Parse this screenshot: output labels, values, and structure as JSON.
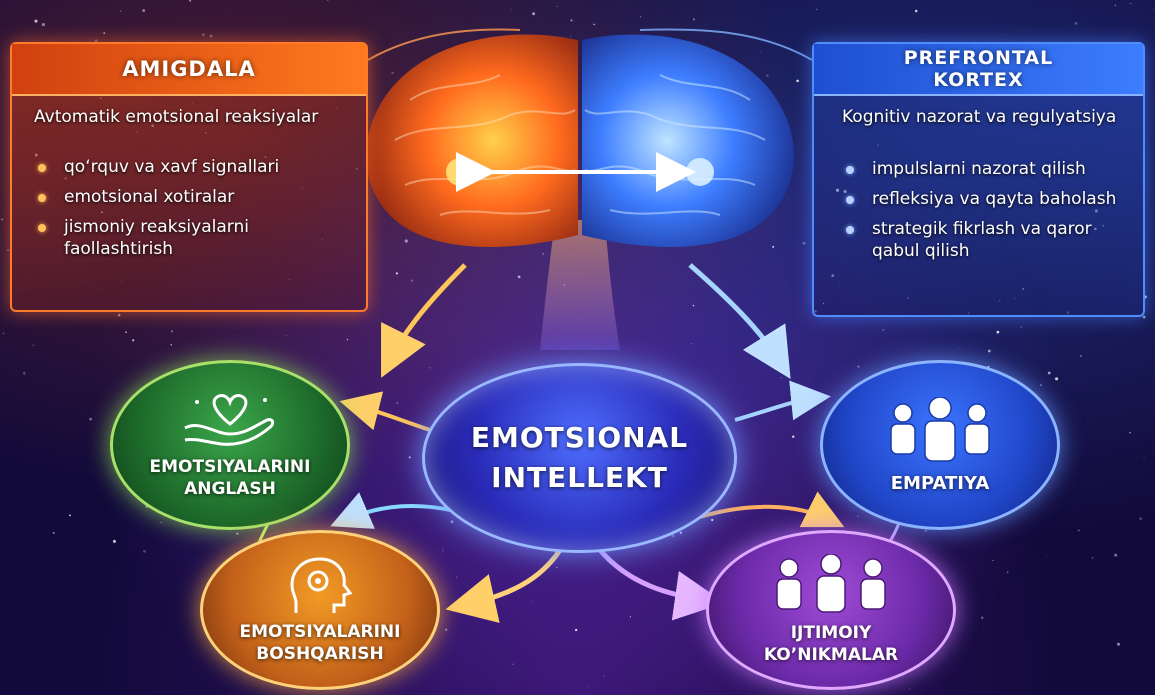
{
  "amigdala": {
    "title": "AMIGDALA",
    "subtitle": "Avtomatik emotsional reaksiyalar",
    "items": [
      "qo‘rquv va xavf signallari",
      "emotsional xotiralar",
      "jismoniy reaksiyalarni faollashtirish"
    ]
  },
  "prefrontal": {
    "title_line1": "PREFRONTAL",
    "title_line2": "KORTEX",
    "subtitle": "Kognitiv nazorat va regulyatsiya",
    "items": [
      "impulslarni nazorat qilish",
      "refleksiya va qayta baholash",
      "strategik fikrlash va qaror qabul qilish"
    ]
  },
  "center": {
    "line1": "EMOTSIONAL",
    "line2": "INTELLEKT"
  },
  "nodes": {
    "understanding": {
      "line1": "EMOTSIYALARINI",
      "line2": "ANGLASH",
      "icon": "heart-hand-icon"
    },
    "empathy": {
      "label": "EMPATIYA",
      "icon": "people-icon"
    },
    "management": {
      "line1": "EMOTSIYALARINI",
      "line2": "BOSHQARISH",
      "icon": "head-gear-icon"
    },
    "social": {
      "line1": "IJTIMOIY",
      "line2": "KO’NIKMALAR",
      "icon": "people-icon"
    }
  },
  "colors": {
    "amigdala": "#ff6a1e",
    "prefrontal": "#3d7dff",
    "center": "#2a2bb8",
    "understanding": "#2e8a3a",
    "empathy": "#2a56e0",
    "management": "#e07a1e",
    "social": "#8a3ac8"
  }
}
